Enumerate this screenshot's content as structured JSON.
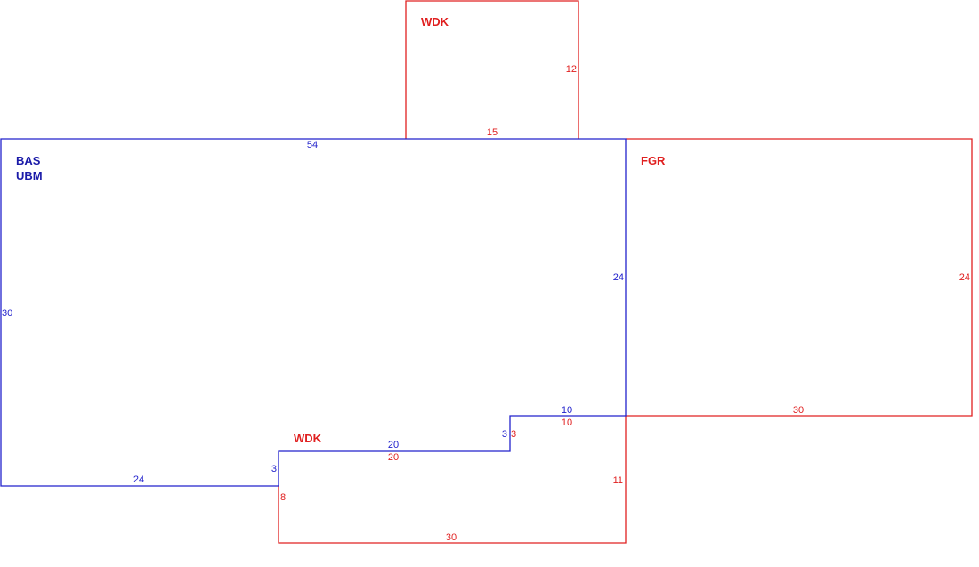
{
  "colors": {
    "base": "#2222cc",
    "addition": "#e02020",
    "base_label": "#1a1aa8"
  },
  "areas": [
    {
      "id": "bas",
      "labels": [
        "BAS",
        "UBM"
      ],
      "color": "base",
      "dimensions": [
        "54",
        "30",
        "24",
        "24",
        "3",
        "20",
        "3",
        "10"
      ]
    },
    {
      "id": "wdk-top",
      "labels": [
        "WDK"
      ],
      "color": "addition",
      "dimensions": [
        "15",
        "12"
      ]
    },
    {
      "id": "fgr",
      "labels": [
        "FGR"
      ],
      "color": "addition",
      "dimensions": [
        "24",
        "30"
      ]
    },
    {
      "id": "wdk-bottom",
      "labels": [
        "WDK"
      ],
      "color": "addition",
      "dimensions": [
        "20",
        "3",
        "10",
        "11",
        "30",
        "8"
      ]
    }
  ]
}
